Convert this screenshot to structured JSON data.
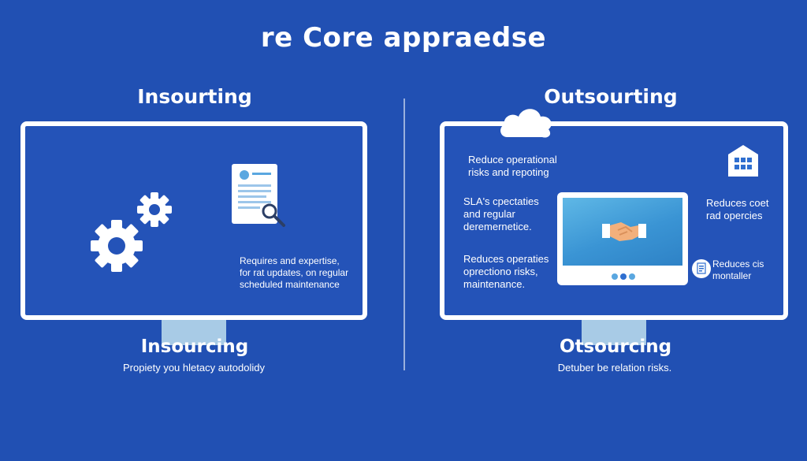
{
  "title": "re Core appraedse",
  "insourcing": {
    "heading": "Insourting",
    "note_lines": [
      "Requires and expertise,",
      "for rat updates, on regular",
      "scheduled maintenance"
    ],
    "bottom_title": "Insourcing",
    "caption": "Propiety you hletacy autodolidy"
  },
  "outsourcing": {
    "heading": "Outsourting",
    "text_a": [
      "Reduce operational",
      "risks and repoting"
    ],
    "text_b": [
      "SLA's cpectaties",
      "and regular",
      "deremernetice."
    ],
    "text_c": [
      "Reduces operaties",
      "oprectiono risks,",
      "maintenance."
    ],
    "text_d": [
      "Reduces coet",
      "rad opercies"
    ],
    "text_e": [
      "Reduces cis",
      "montaller"
    ],
    "bottom_title": "Otsourcing",
    "caption": "Detuber be relation risks."
  },
  "colors": {
    "background": "#2150b3",
    "frame": "#ffffff",
    "stand": "#a8cbe6",
    "tablet_screen": "#3a94d4",
    "handshake": "#f2b07c"
  },
  "icons": [
    "gear-icon",
    "document-search-icon",
    "cloud-icon",
    "building-icon",
    "handshake-icon",
    "small-document-icon"
  ]
}
